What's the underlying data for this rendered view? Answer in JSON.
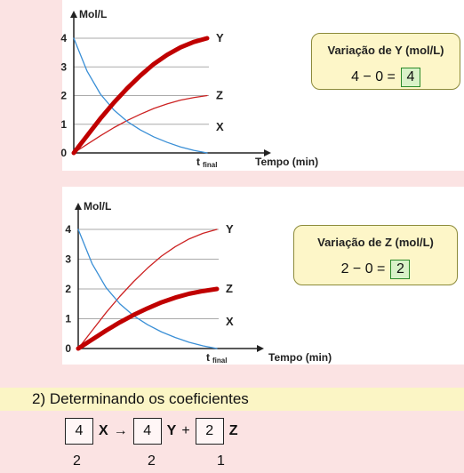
{
  "chart_data": [
    {
      "type": "line",
      "ylabel": "Mol/L",
      "xlabel": "Tempo (min)",
      "x_tick_label": "t",
      "x_tick_sub": "final",
      "y_ticks": [
        "0",
        "1",
        "2",
        "3",
        "4"
      ],
      "ylim": [
        0,
        4
      ],
      "grid": true,
      "x": [
        0,
        0.1,
        0.2,
        0.3,
        0.4,
        0.5,
        0.6,
        0.7,
        0.8,
        0.9,
        1.0
      ],
      "series": [
        {
          "name": "Y",
          "color": "#c00000",
          "emphasis": true,
          "values": [
            0,
            0.6,
            1.2,
            1.75,
            2.25,
            2.7,
            3.1,
            3.42,
            3.68,
            3.87,
            4.0
          ]
        },
        {
          "name": "Z",
          "color": "#cc2222",
          "emphasis": false,
          "values": [
            0,
            0.3,
            0.6,
            0.88,
            1.13,
            1.35,
            1.55,
            1.71,
            1.84,
            1.93,
            2.0
          ]
        },
        {
          "name": "X",
          "color": "#3a8fd6",
          "emphasis": false,
          "values": [
            4.0,
            2.85,
            2.05,
            1.5,
            1.1,
            0.8,
            0.56,
            0.37,
            0.21,
            0.09,
            0.0
          ]
        }
      ]
    },
    {
      "type": "line",
      "ylabel": "Mol/L",
      "xlabel": "Tempo (min)",
      "x_tick_label": "t",
      "x_tick_sub": "final",
      "y_ticks": [
        "0",
        "1",
        "2",
        "3",
        "4"
      ],
      "ylim": [
        0,
        4
      ],
      "grid": true,
      "x": [
        0,
        0.1,
        0.2,
        0.3,
        0.4,
        0.5,
        0.6,
        0.7,
        0.8,
        0.9,
        1.0
      ],
      "series": [
        {
          "name": "Y",
          "color": "#cc2222",
          "emphasis": false,
          "values": [
            0,
            0.6,
            1.2,
            1.75,
            2.25,
            2.7,
            3.1,
            3.42,
            3.68,
            3.87,
            4.0
          ]
        },
        {
          "name": "Z",
          "color": "#c00000",
          "emphasis": true,
          "values": [
            0,
            0.3,
            0.6,
            0.88,
            1.13,
            1.35,
            1.55,
            1.71,
            1.84,
            1.93,
            2.0
          ]
        },
        {
          "name": "X",
          "color": "#3a8fd6",
          "emphasis": false,
          "values": [
            4.0,
            2.85,
            2.05,
            1.5,
            1.1,
            0.8,
            0.56,
            0.37,
            0.21,
            0.09,
            0.0
          ]
        }
      ]
    }
  ],
  "box1": {
    "title": "Variação de Y (mol/L)",
    "lhs": "4 − 0 =",
    "result": "4"
  },
  "box2": {
    "title": "Variação de Z (mol/L)",
    "lhs": "2 − 0 =",
    "result": "2"
  },
  "section": {
    "title": "2)  Determinando os coeficientes"
  },
  "equation": {
    "c1": "4",
    "s1": "X",
    "arrow": "→",
    "c2": "4",
    "s2": "Y",
    "plus": "+",
    "c3": "2",
    "s3": "Z"
  },
  "coefs": {
    "a": "2",
    "b": "2",
    "c": "1"
  }
}
